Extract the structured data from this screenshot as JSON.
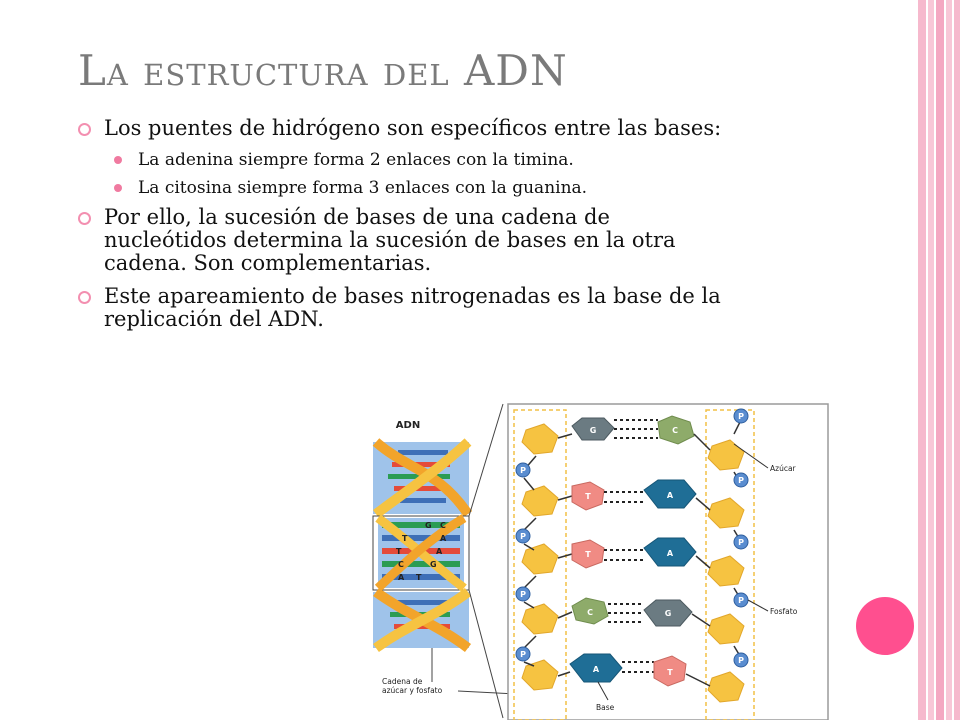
{
  "slide": {
    "title": "La estructura del ADN",
    "bullets": [
      {
        "text": "Los puentes de hidrógeno son específicos entre las bases:",
        "sub": [
          "La adenina siempre forma 2 enlaces con la timina.",
          "La citosina siempre forma 3 enlaces con la guanina."
        ]
      },
      {
        "text": "Por ello, la sucesión de bases de una cadena de nucleótidos determina la sucesión de bases en la otra cadena. Son complementarias."
      },
      {
        "text": "Este apareamiento de bases nitrogenadas es la base de la replicación del ADN."
      }
    ]
  },
  "figure": {
    "left_label": "ADN",
    "mini_letters": {
      "r1": [
        "G",
        "C"
      ],
      "r2": [
        "T",
        "A"
      ],
      "r3": [
        "T",
        "A"
      ],
      "r4": [
        "C",
        "G"
      ],
      "r5": [
        "A",
        "T"
      ]
    },
    "pairs": [
      {
        "left": "G",
        "right": "C"
      },
      {
        "left": "T",
        "right": "A"
      },
      {
        "left": "T",
        "right": "A"
      },
      {
        "left": "C",
        "right": "G"
      },
      {
        "left": "A",
        "right": "T"
      }
    ],
    "phosphate": "P",
    "labels": {
      "sugar": "Azúcar",
      "phosphate": "Fosfato",
      "chain_line1": "Cadena de",
      "chain_line2": "azúcar y fosfato",
      "base": "Base"
    }
  },
  "colors": {
    "title": "#7a7a7a",
    "bullet_ring": "#f38fb0",
    "sub_dot": "#f07aa0",
    "accent_circle": "#ff4f8f",
    "sugar": "#f6c341",
    "guanine": "#6b7b82",
    "cytosine": "#8eab6a",
    "thymine": "#f08b84",
    "adenine": "#1f6e96",
    "phosphate_fill": "#5a8dd0"
  }
}
